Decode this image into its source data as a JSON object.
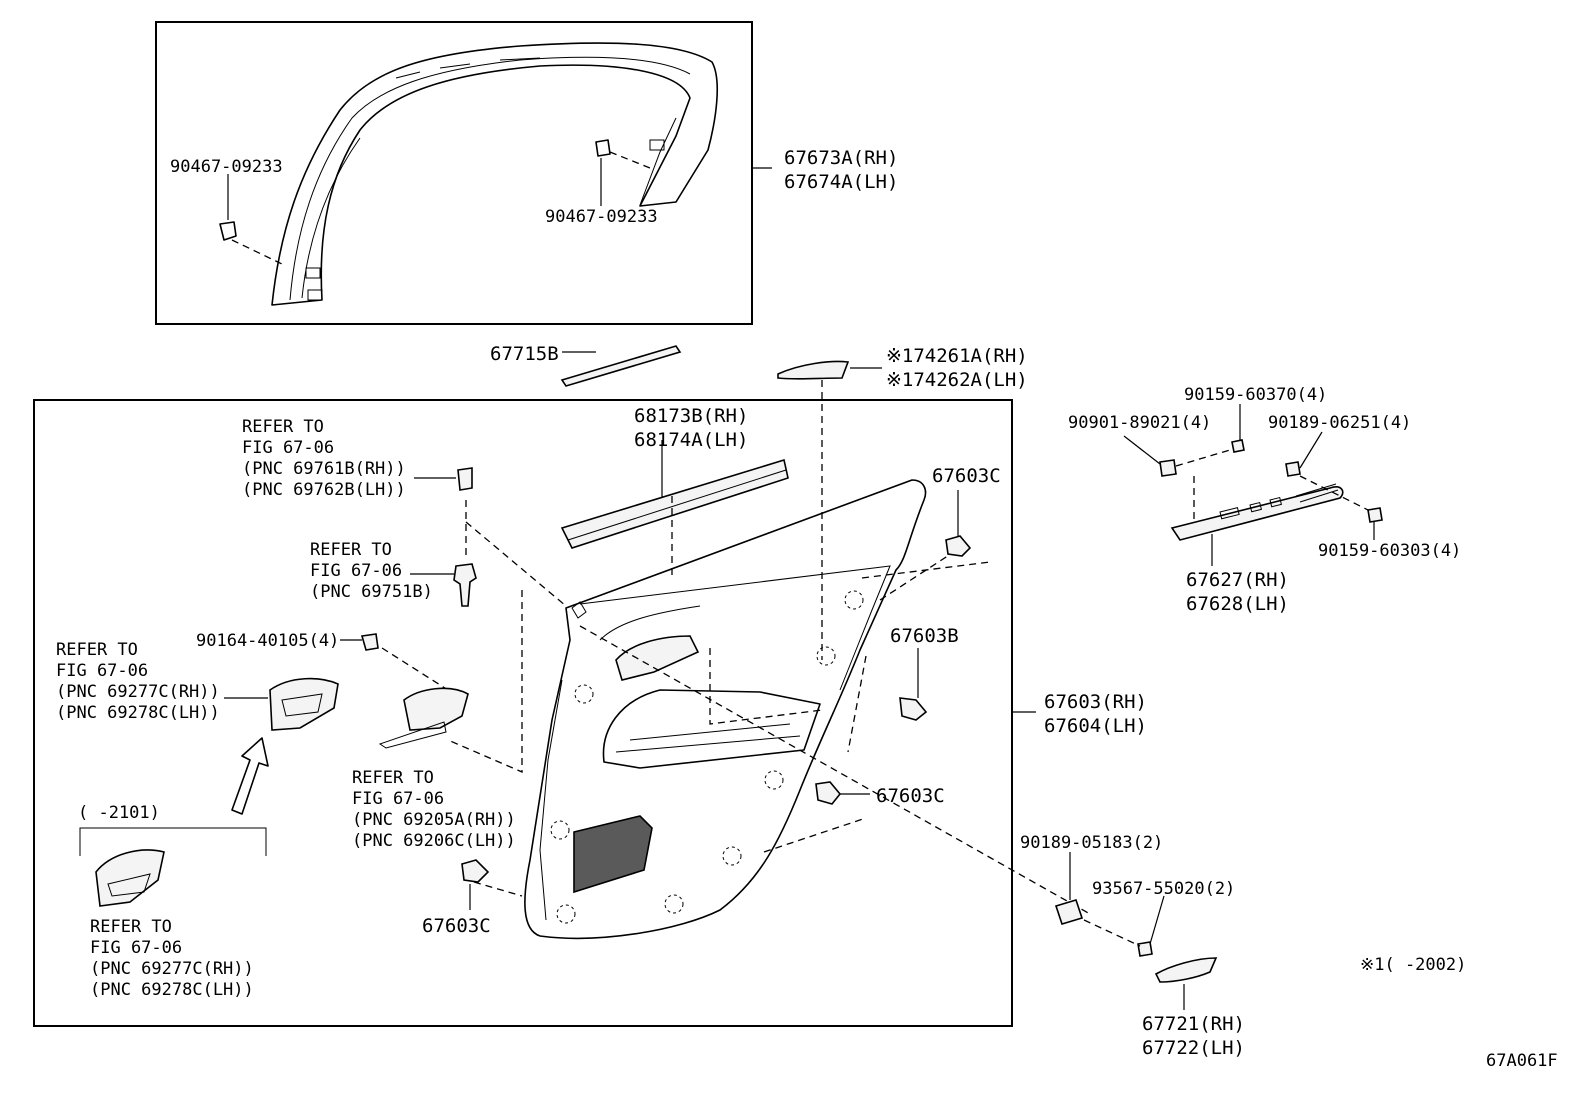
{
  "diagram_id": "67A061F",
  "note": "※1(      -2002)",
  "upper_box": {
    "clip_left": "90467-09233",
    "clip_right": "90467-09233",
    "part_rh": "67673A(RH)",
    "part_lh": "67674A(LH)"
  },
  "top_labels": {
    "moulding": "67715B",
    "cover_rh": "※174261A(RH)",
    "cover_lh": "※174262A(LH)"
  },
  "main_box": {
    "weatherstrip_rh": "68173B(RH)",
    "weatherstrip_lh": "68174A(LH)",
    "ref1": [
      "REFER TO",
      "FIG 67-06",
      "(PNC 69761B(RH))",
      "(PNC 69762B(LH))"
    ],
    "ref2": [
      "REFER TO",
      "FIG 67-06",
      "(PNC 69751B)"
    ],
    "screw": "90164-40105(4)",
    "ref3": [
      "REFER TO",
      "FIG 67-06",
      "(PNC 69277C(RH))",
      "(PNC 69278C(LH))"
    ],
    "ref4": [
      "REFER TO",
      "FIG 67-06",
      "(PNC 69205A(RH))",
      "(PNC 69206C(LH))"
    ],
    "date_range": "(      -2101)",
    "ref5": [
      "REFER TO",
      "FIG 67-06",
      "(PNC 69277C(RH))",
      "(PNC 69278C(LH))"
    ],
    "clip_c_top": "67603C",
    "clip_b": "67603B",
    "clip_c_mid": "67603C",
    "clip_c_bottom": "67603C"
  },
  "board": {
    "part_rh": "67603(RH)",
    "part_lh": "67604(LH)"
  },
  "bracket": {
    "nut": "90901-89021(4)",
    "screw1": "90159-60370(4)",
    "clip": "90189-06251(4)",
    "screw2": "90159-60303(4)",
    "part_rh": "67627(RH)",
    "part_lh": "67628(LH)"
  },
  "lower_right": {
    "clip": "90189-05183(2)",
    "screw": "93567-55020(2)",
    "part_rh": "67721(RH)",
    "part_lh": "67722(LH)"
  }
}
